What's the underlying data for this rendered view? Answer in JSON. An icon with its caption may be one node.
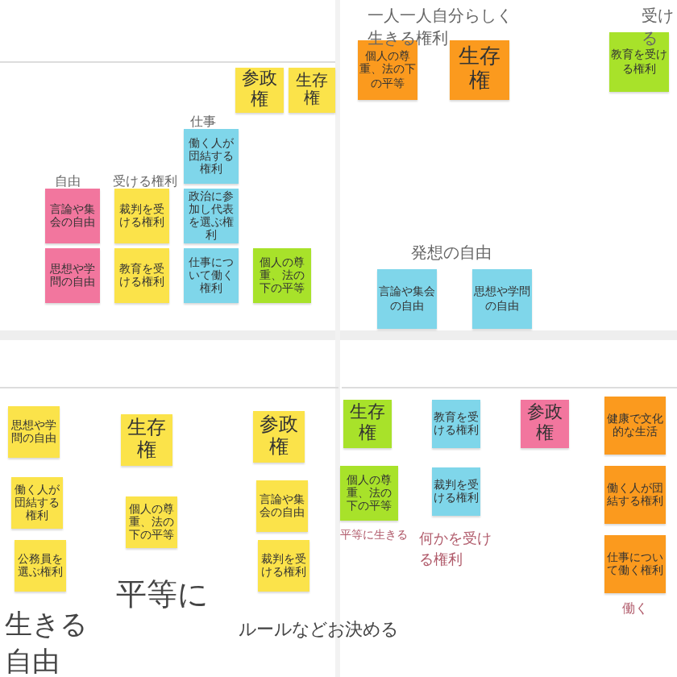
{
  "diagram": {
    "nodes": [
      {
        "text": [
          "参政権"
        ]
      },
      {
        "text": [
          "生存権"
        ]
      },
      {
        "text": [
          "働く人が団結する権利"
        ]
      },
      {
        "text": [
          "政治に参加し代表を選ぶ権利"
        ]
      },
      {
        "text": [
          "言論や集会の自由"
        ]
      },
      {
        "text": [
          "裁判を受ける権利"
        ]
      },
      {
        "text": [
          "思想や学問の自由"
        ]
      },
      {
        "text": [
          "教育を受ける権利"
        ]
      },
      {
        "text": [
          "仕事について働く権利"
        ]
      },
      {
        "text": [
          "個人の尊重、法の下の平等"
        ]
      },
      {
        "text": [
          "個人の尊重、法の下の平等"
        ]
      },
      {
        "text": [
          "生存権"
        ]
      },
      {
        "text": [
          "教育を受ける権利"
        ]
      },
      {
        "text": [
          "言論や集会の自由"
        ]
      },
      {
        "text": [
          "思想や学問の自由"
        ]
      },
      {
        "text": [
          "思想や学問の自由"
        ]
      },
      {
        "text": [
          "生存権"
        ]
      },
      {
        "text": [
          "参政権"
        ]
      },
      {
        "text": [
          "働く人が団結する権利"
        ]
      },
      {
        "text": [
          "個人の尊重、法の下の平等"
        ]
      },
      {
        "text": [
          "言論や集会の自由"
        ]
      },
      {
        "text": [
          "公務員を選ぶ権利"
        ]
      },
      {
        "text": [
          "裁判を受ける権利"
        ]
      },
      {
        "text": [
          "生存権"
        ]
      },
      {
        "text": [
          "教育を受ける権利"
        ]
      },
      {
        "text": [
          "参政権"
        ]
      },
      {
        "text": [
          "健康で文化的な生活"
        ]
      },
      {
        "text": [
          "個人の尊重、法の下の平等"
        ]
      },
      {
        "text": [
          "裁判を受ける権利"
        ]
      },
      {
        "text": [
          "働く人が団結する権利"
        ]
      },
      {
        "text": [
          "仕事について働く権利"
        ]
      }
    ],
    "labels": [
      "仕事",
      "自由",
      "受ける権利",
      "一人一人自分らしく生きる権利",
      "受ける",
      "発想の自由",
      "平等に",
      "生きる自由",
      "ルールなどお決める",
      "平等に生きる",
      "何かを受ける権利",
      "働く"
    ]
  }
}
